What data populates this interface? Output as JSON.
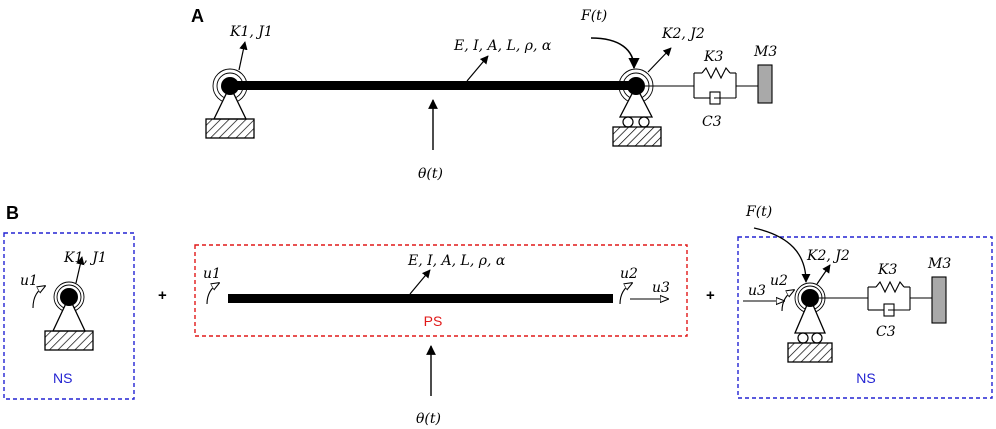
{
  "panels": {
    "a": "A",
    "b": "B"
  },
  "labels": {
    "k1j1": "K1, J1",
    "k2j2": "K2, J2",
    "beam_props": "E, I, A, L, ρ, α",
    "force": "F(t)",
    "theta": "θ(t)",
    "k3": "K3",
    "c3": "C3",
    "m3": "M3",
    "u1": "u1",
    "u2": "u2",
    "u3": "u3"
  },
  "subsystems": {
    "ps": "PS",
    "ns": "NS"
  },
  "operators": {
    "plus": "+"
  },
  "colors": {
    "ns": "#2323d2",
    "ps": "#e01818",
    "mass": "#a9a9a9"
  }
}
